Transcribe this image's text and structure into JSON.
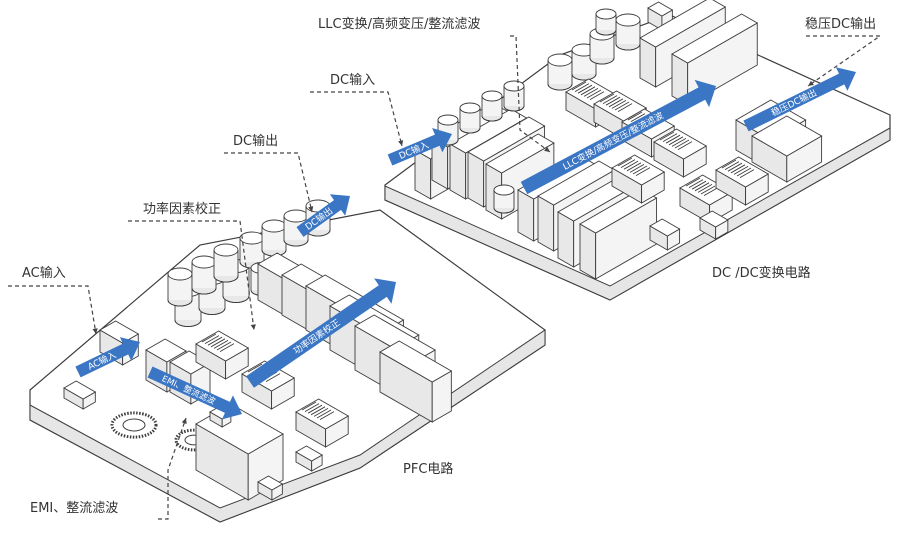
{
  "colors": {
    "arrow": "#3a76c4",
    "stroke": "#3d3d3d",
    "board": "#ffffff",
    "component_top": "#ffffff",
    "component_left": "#e8e8e8",
    "component_right": "#f4f4f4",
    "leader": "#444444"
  },
  "icons": [
    "capacitor",
    "transformer",
    "toroid-inductor",
    "heatsink",
    "connector"
  ],
  "pfc": {
    "caption": "PFC电路",
    "callouts": {
      "ac_in": "AC输入",
      "emi_bottom": "EMI、整流滤波",
      "pf_correction": "功率因素校正",
      "dc_out": "DC输出"
    },
    "arrow_labels": {
      "ac_in": "AC输入",
      "emi": "EMI、整流滤波",
      "pf": "功率因素校正",
      "dc_out": "DC输出"
    }
  },
  "dcdc": {
    "caption": "DC /DC变换电路",
    "callouts": {
      "dc_in": "DC输入",
      "llc": "LLC变换/高频变压/整流滤波",
      "regulated_out": "稳压DC输出"
    },
    "arrow_labels": {
      "dc_in": "DC输入",
      "llc": "LLC变换/高频变压/整流滤波",
      "regulated_out": "稳压DC输出"
    }
  }
}
